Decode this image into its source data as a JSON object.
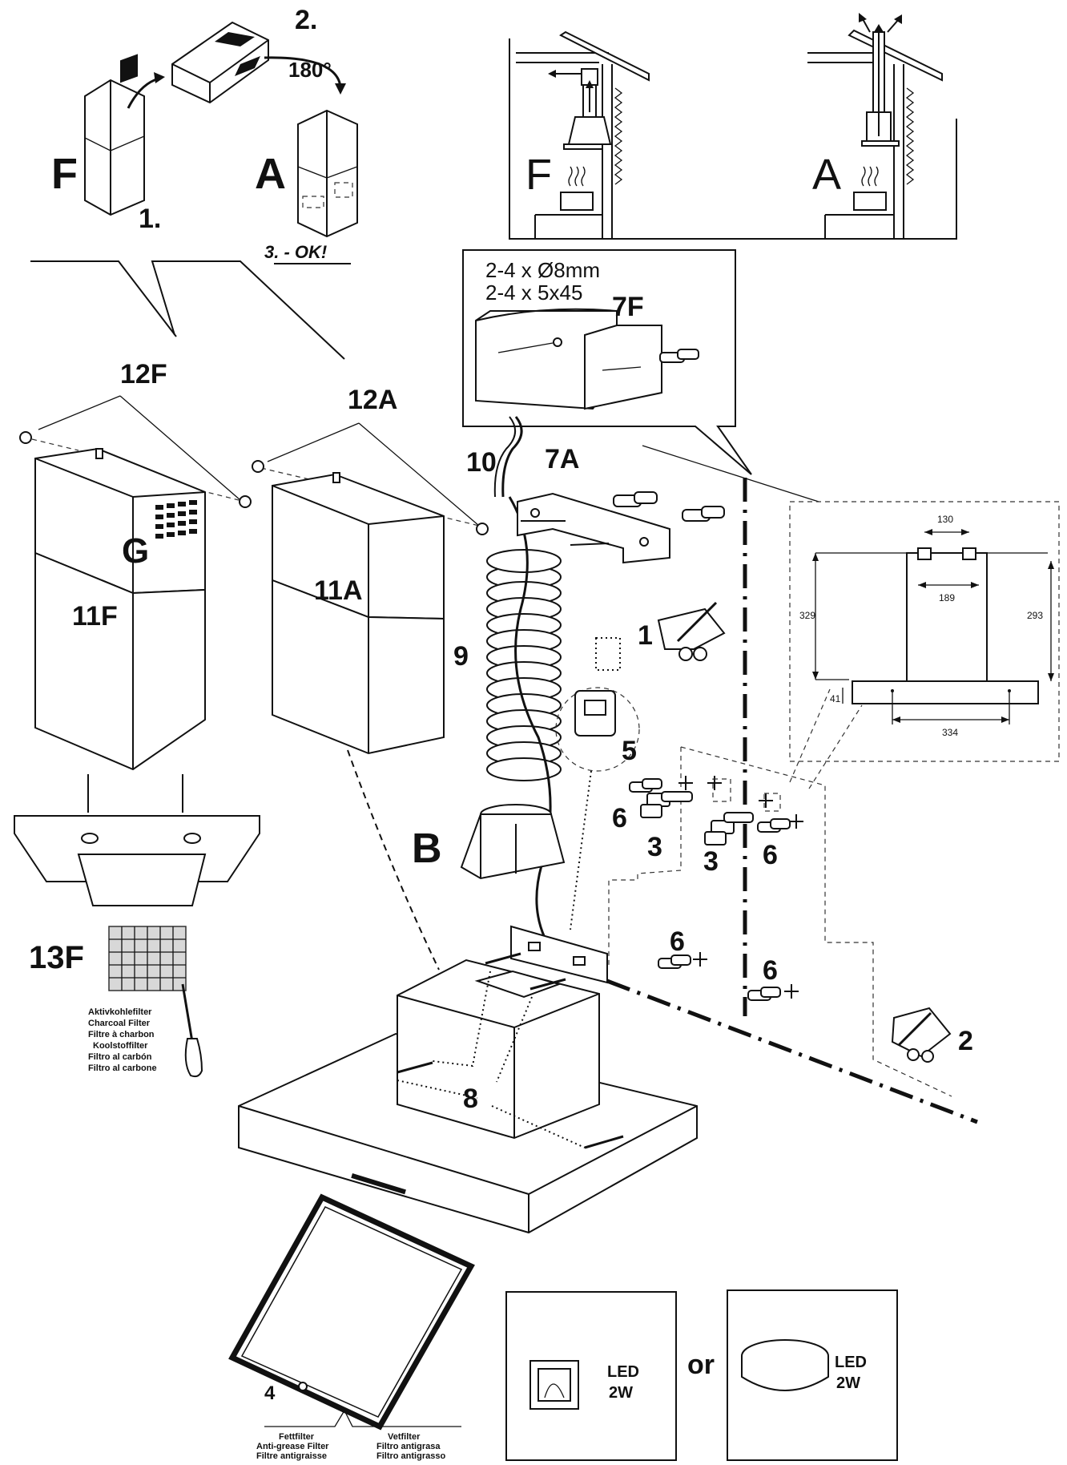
{
  "steps": {
    "one": "1.",
    "two": "2.",
    "rotate": "180°",
    "three": "3. - OK!"
  },
  "modes": {
    "filter": "F",
    "exhaust": "A"
  },
  "install_box": {
    "fixings": [
      "2-4 x Ø8mm",
      "2-4 x 5x45"
    ],
    "part": "7F"
  },
  "parts": {
    "p12F": "12F",
    "p12A": "12A",
    "p11F": "11F",
    "p11A": "11A",
    "pG": "G",
    "p10": "10",
    "p7A": "7A",
    "p9": "9",
    "p5": "5",
    "p6a": "6",
    "p6b": "6",
    "p6c": "6",
    "p6d": "6",
    "p3a": "3",
    "p3b": "3",
    "p1": "1",
    "p2": "2",
    "pB": "B",
    "p8": "8",
    "p13F": "13F",
    "p4": "4"
  },
  "dimensions": {
    "d130": "130",
    "d189": "189",
    "d329": "329",
    "d293": "293",
    "d41": "41",
    "d334": "334"
  },
  "charcoal_filter_labels": [
    "Aktivkohlefilter",
    "Charcoal Filter",
    "Filtre à charbon",
    "Koolstoffilter",
    "Filtro al carbón",
    "Filtro al carbone"
  ],
  "grease_filter_labels": {
    "left": [
      "Fettfilter",
      "Anti-grease Filter",
      "Filtre antigraisse"
    ],
    "right": [
      "Vetfilter",
      "Filtro antigrasa",
      "Filtro antigrasso"
    ]
  },
  "lighting": {
    "option1_label": "LED",
    "option1_power": "2W",
    "or": "or",
    "option2_label": "LED",
    "option2_power": "2W"
  }
}
